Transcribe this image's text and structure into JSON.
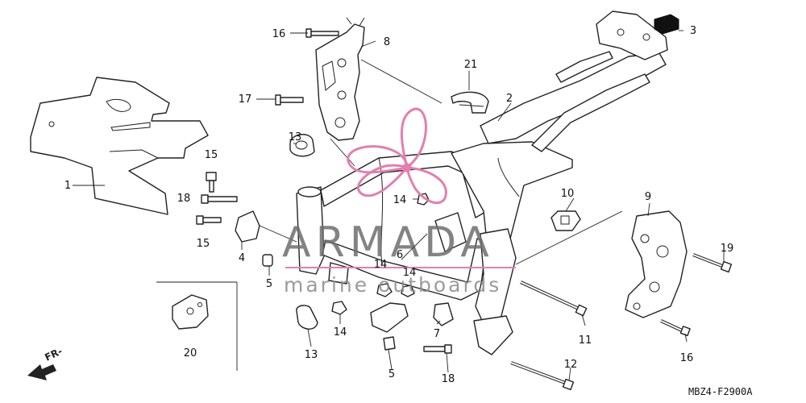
{
  "diagram": {
    "parts": [
      {
        "id": "part-1",
        "label": "1"
      },
      {
        "id": "part-2",
        "label": "2"
      },
      {
        "id": "part-3",
        "label": "3"
      },
      {
        "id": "part-4",
        "label": "4"
      },
      {
        "id": "part-5a",
        "label": "5"
      },
      {
        "id": "part-5b",
        "label": "5"
      },
      {
        "id": "part-6",
        "label": "6"
      },
      {
        "id": "part-7",
        "label": "7"
      },
      {
        "id": "part-8",
        "label": "8"
      },
      {
        "id": "part-9",
        "label": "9"
      },
      {
        "id": "part-10",
        "label": "10"
      },
      {
        "id": "part-11",
        "label": "11"
      },
      {
        "id": "part-12",
        "label": "12"
      },
      {
        "id": "part-13a",
        "label": "13"
      },
      {
        "id": "part-13b",
        "label": "13"
      },
      {
        "id": "part-14a",
        "label": "14"
      },
      {
        "id": "part-14b",
        "label": "14"
      },
      {
        "id": "part-14c",
        "label": "14"
      },
      {
        "id": "part-14d",
        "label": "14"
      },
      {
        "id": "part-15a",
        "label": "15"
      },
      {
        "id": "part-15b",
        "label": "15"
      },
      {
        "id": "part-16a",
        "label": "16"
      },
      {
        "id": "part-16b",
        "label": "16"
      },
      {
        "id": "part-17",
        "label": "17"
      },
      {
        "id": "part-18a",
        "label": "18"
      },
      {
        "id": "part-18b",
        "label": "18"
      },
      {
        "id": "part-19",
        "label": "19"
      },
      {
        "id": "part-20",
        "label": "20"
      },
      {
        "id": "part-21",
        "label": "21"
      }
    ],
    "diagram_code": "MBZ4-F2900A",
    "direction_label": "FR-",
    "watermark": {
      "brand": "ARMADA",
      "tagline": "marine outboards",
      "accent_color": "#e27fb0"
    }
  }
}
